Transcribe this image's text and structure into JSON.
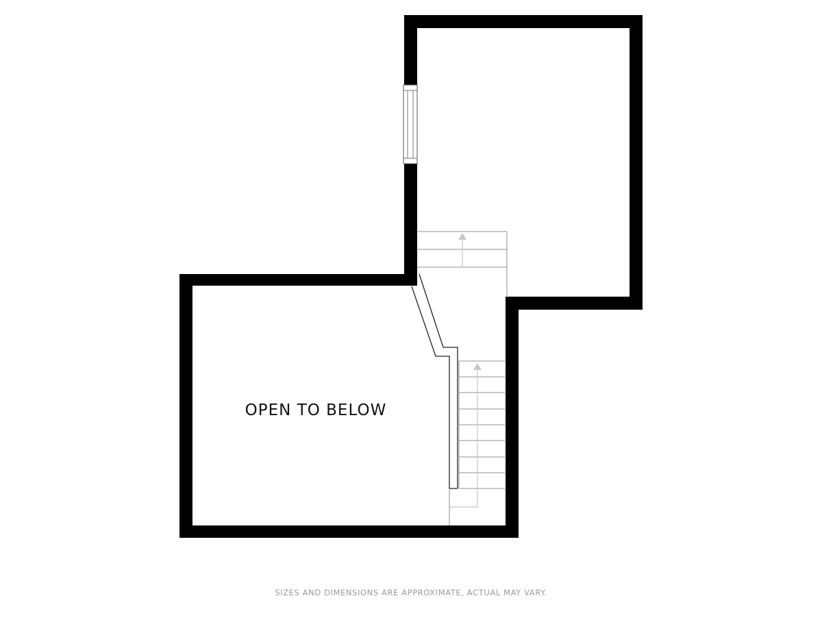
{
  "plan": {
    "rooms": [
      {
        "id": "upper-room",
        "label": ""
      },
      {
        "id": "lower-room",
        "label": "OPEN TO BELOW"
      }
    ],
    "features": [
      "window",
      "upper-stair-run",
      "lower-stair-run",
      "stair-railing"
    ],
    "colors": {
      "wall": "#000000",
      "floor": "#ffffff",
      "stair_line": "#9a9a9a",
      "arrow": "#c8c8c8"
    },
    "disclaimer": "SIZES AND DIMENSIONS ARE APPROXIMATE, ACTUAL MAY VARY."
  }
}
